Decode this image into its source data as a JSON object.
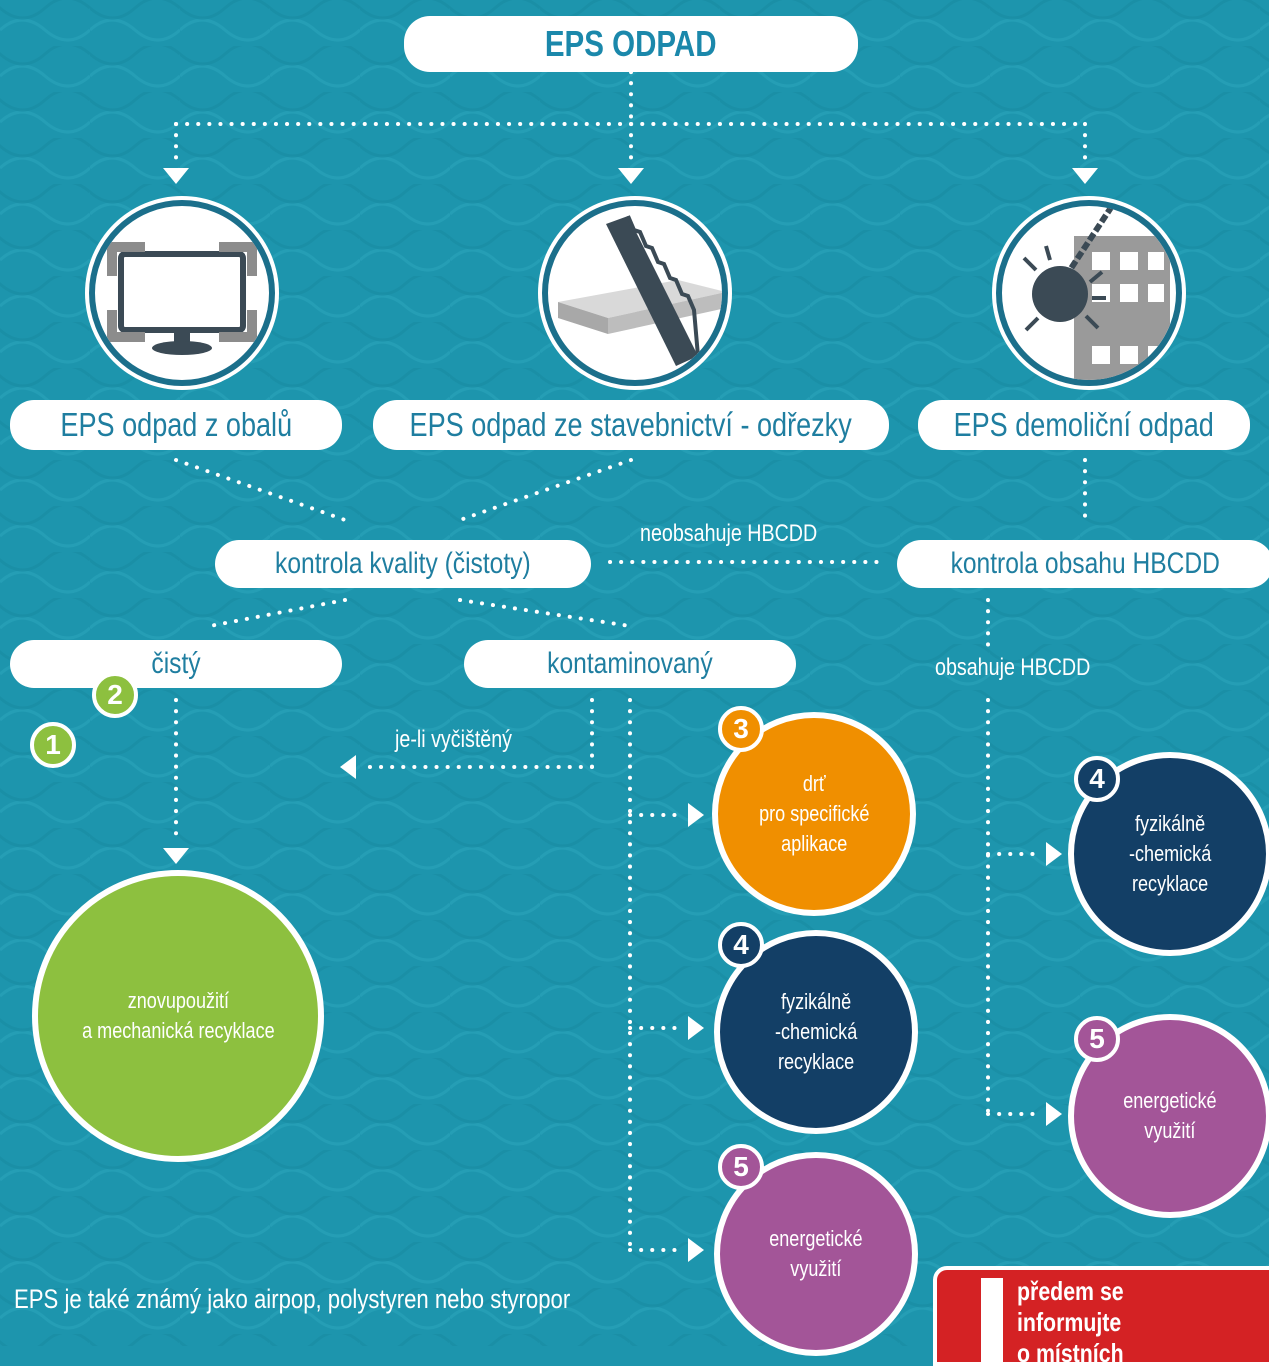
{
  "title": "EPS ODPAD",
  "sources": [
    {
      "label": "EPS odpad z obalů",
      "icon": "monitor-packaging-icon"
    },
    {
      "label": "EPS odpad ze stavebnictví - odřezky",
      "icon": "saw-cutting-icon"
    },
    {
      "label": "EPS demoliční odpad",
      "icon": "wrecking-ball-icon"
    }
  ],
  "checks": {
    "quality": "kontrola kvality (čistoty)",
    "hbcdd": "kontrola obsahu HBCDD"
  },
  "edge_labels": {
    "no_hbcdd": "neobsahuje HBCDD",
    "has_hbcdd": "obsahuje HBCDD",
    "if_cleaned": "je-li vyčištěný"
  },
  "states": {
    "clean": "čistý",
    "contaminated": "kontaminovaný"
  },
  "outcomes": {
    "reuse": {
      "text": "znovupoužití\na mechanická recyklace",
      "badges": [
        "1",
        "2"
      ]
    },
    "crushed": {
      "text": "drť\npro specifické\naplikace",
      "badge": "3"
    },
    "chem_mid": {
      "text": "fyzikálně\n-chemická\nrecyklace",
      "badge": "4"
    },
    "energy_mid": {
      "text": "energetické\nvyužití",
      "badge": "5"
    },
    "chem_right": {
      "text": "fyzikálně\n-chemická\nrecyklace",
      "badge": "4"
    },
    "energy_right": {
      "text": "energetické\nvyužití",
      "badge": "5"
    }
  },
  "footnote": "EPS je také známý jako airpop, polystyren nebo styropor",
  "warning": "předem se informujte\no místních pravidlech",
  "colors": {
    "background": "#1d95ad",
    "green": "#8dc03f",
    "orange": "#f08f00",
    "navy": "#133f66",
    "purple": "#a35598",
    "warning": "#d42224"
  }
}
